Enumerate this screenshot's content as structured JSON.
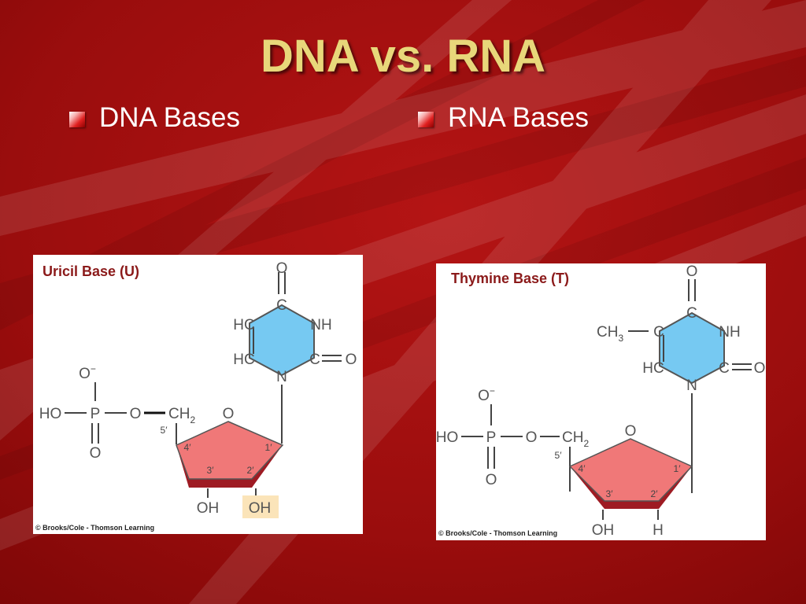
{
  "slide": {
    "title": "DNA vs. RNA",
    "bullets": [
      "DNA Bases",
      "RNA Bases"
    ],
    "colors": {
      "background": "#9B0E0E",
      "title": "#E8D77A",
      "bullet_text": "#FFFFFF"
    }
  },
  "uracil_panel": {
    "caption": "Uricil Base (U)",
    "copyright": "© Brooks/Cole - Thomson Learning",
    "ring_atoms": {
      "top": "C",
      "hc_upper": "HC",
      "nh": "NH",
      "hc_lower": "HC",
      "c_right": "C",
      "n": "N"
    },
    "ring_oxygens": {
      "top": "O",
      "right": "O"
    },
    "phosphate": {
      "o_minus": "O",
      "minus": "−",
      "ho": "HO",
      "p": "P",
      "o_link": "O",
      "o_bottom": "O"
    },
    "ch": "CH",
    "ch_sub": "2",
    "sugar_o": "O",
    "primes": {
      "p5": "5′",
      "p4": "4′",
      "p3": "3′",
      "p2": "2′",
      "p1": "1′"
    },
    "oh_3": "OH",
    "oh_2": "OH",
    "colors": {
      "base": "#76C9F2",
      "sugar": "#F07878",
      "sugar_edge": "#9E1B23",
      "highlight": "#FBE4B9",
      "caption": "#8B1A1A"
    }
  },
  "thymine_panel": {
    "caption": "Thymine Base (T)",
    "copyright": "© Brooks/Cole - Thomson Learning",
    "ring_atoms": {
      "top": "C",
      "c_left": "C",
      "nh": "NH",
      "hc": "HC",
      "c_right": "C",
      "n": "N"
    },
    "ring_oxygens": {
      "top": "O",
      "right": "O"
    },
    "methyl": "CH",
    "methyl_sub": "3",
    "phosphate": {
      "o_minus": "O",
      "minus": "−",
      "ho": "HO",
      "p": "P",
      "o_link": "O",
      "o_bottom": "O"
    },
    "ch": "CH",
    "ch_sub": "2",
    "sugar_o": "O",
    "primes": {
      "p5": "5′",
      "p4": "4′",
      "p3": "3′",
      "p2": "2′",
      "p1": "1′"
    },
    "oh_3": "OH",
    "h_2": "H",
    "colors": {
      "base": "#76C9F2",
      "sugar": "#F07878",
      "sugar_edge": "#9E1B23",
      "caption": "#8B1A1A"
    }
  }
}
